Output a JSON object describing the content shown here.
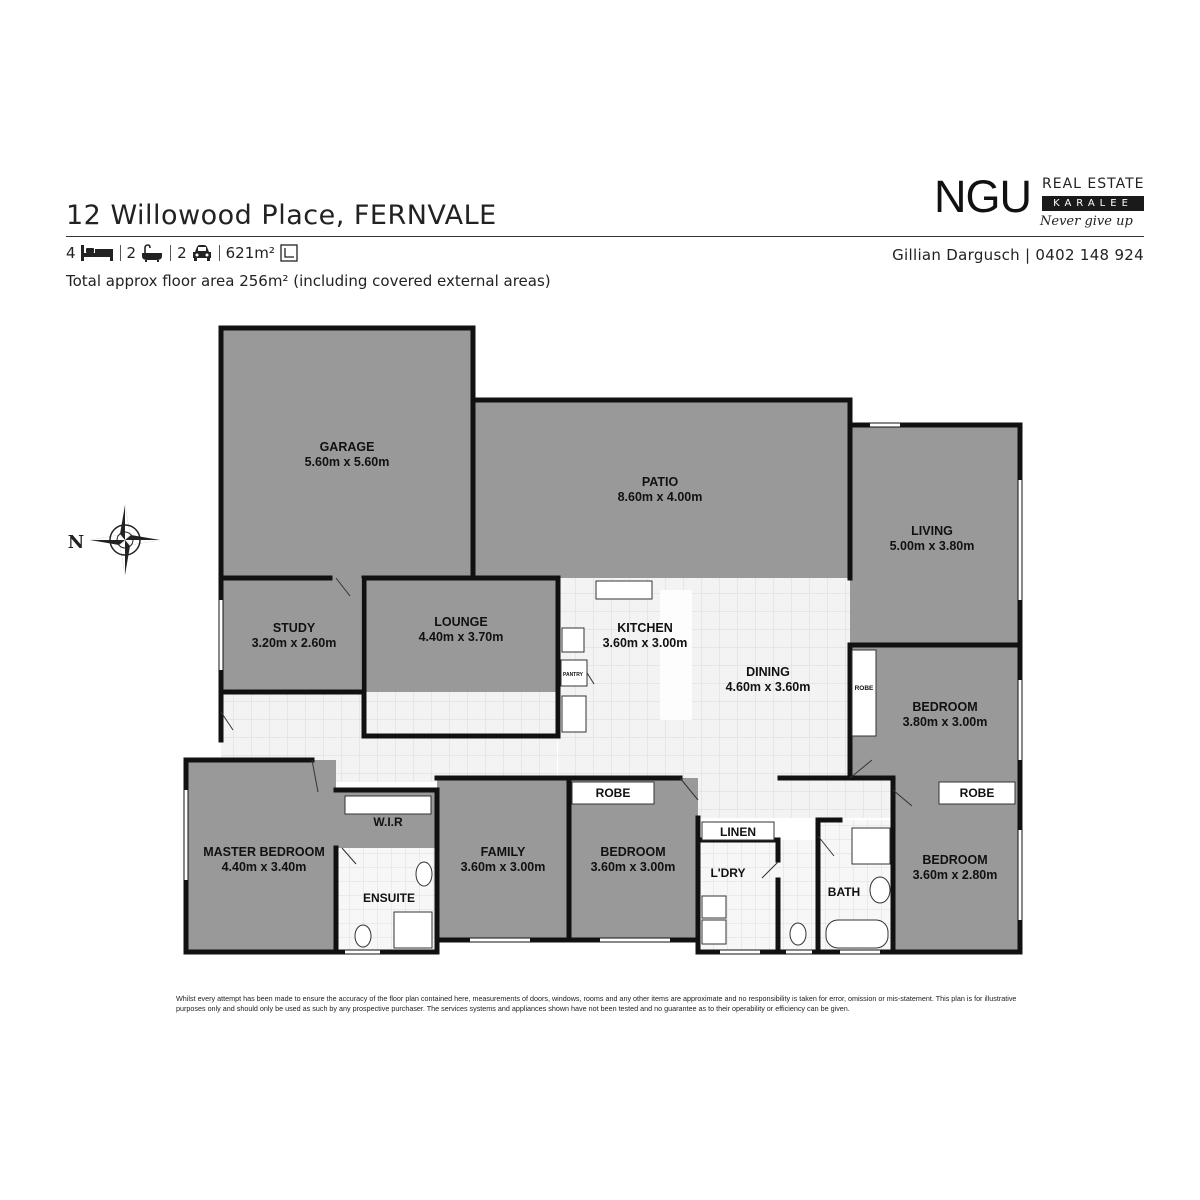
{
  "header": {
    "address": "12 Willowood Place, FERNVALE",
    "beds": "4",
    "baths": "2",
    "cars": "2",
    "land": "621m²",
    "floor_area": "Total approx floor area 256m² (including covered external areas)",
    "agent": "Gillian Dargusch | 0402 148 924"
  },
  "logo": {
    "brand": "NGU",
    "line1": "REAL ESTATE",
    "line2": "KARALEE",
    "tagline": "Never give up"
  },
  "compass": {
    "north": "N"
  },
  "rooms": {
    "garage": {
      "name": "GARAGE",
      "size": "5.60m  x 5.60m"
    },
    "patio": {
      "name": "PATIO",
      "size": "8.60m  x 4.00m"
    },
    "living": {
      "name": "LIVING",
      "size": "5.00m  x 3.80m"
    },
    "study": {
      "name": "STUDY",
      "size": "3.20m  x 2.60m"
    },
    "lounge": {
      "name": "LOUNGE",
      "size": "4.40m  x 3.70m"
    },
    "kitchen": {
      "name": "KITCHEN",
      "size": "3.60m  x 3.00m"
    },
    "dining": {
      "name": "DINING",
      "size": "4.60m  x 3.60m"
    },
    "bed2": {
      "name": "BEDROOM",
      "size": "3.80m  x 3.00m"
    },
    "master": {
      "name": "MASTER BEDROOM",
      "size": "4.40m  x 3.40m"
    },
    "family": {
      "name": "FAMILY",
      "size": "3.60m  x 3.00m"
    },
    "bed3": {
      "name": "BEDROOM",
      "size": "3.60m  x 3.00m"
    },
    "bed4": {
      "name": "BEDROOM",
      "size": "3.60m  x 2.80m"
    }
  },
  "labels": {
    "wir": "W.I.R",
    "ensuite": "ENSUITE",
    "robe": "ROBE",
    "linen": "LINEN",
    "laundry": "L'DRY",
    "bath": "BATH",
    "pantry": "PANTRY"
  },
  "disclaimer": "Whilst every attempt has been made to ensure the accuracy of the floor plan contained here, measurements of doors, windows, rooms and any other items are approximate and no responsibility is taken for error, omission or mis-statement. This plan is for illustrative purposes only and should only be used as such by any prospective purchaser. The services systems and appliances shown have not been tested and no guarantee as to their operability or efficiency can be given."
}
